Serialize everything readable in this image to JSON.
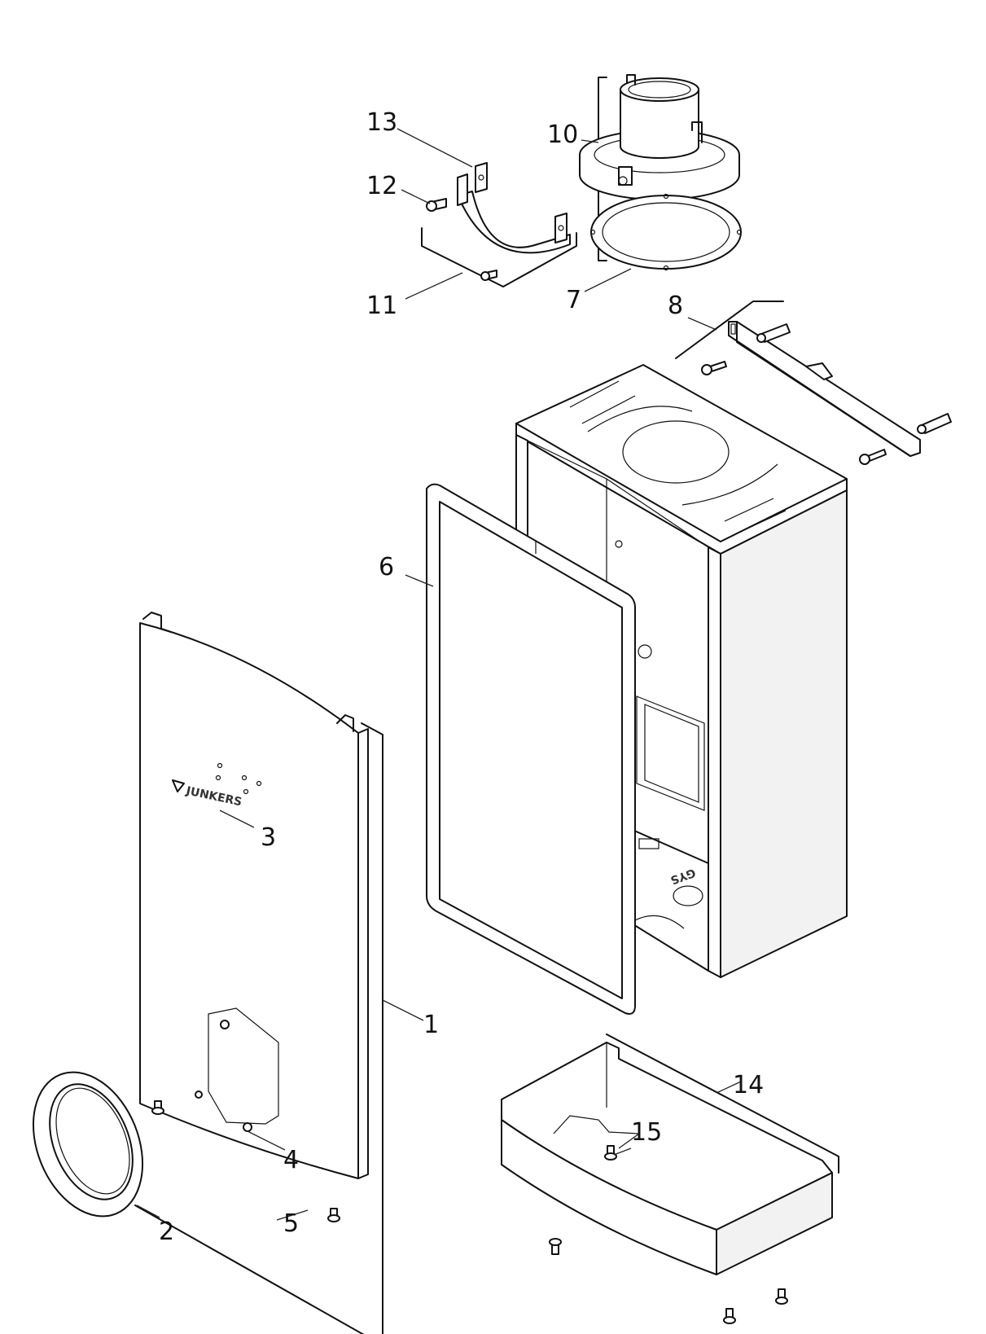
{
  "brand_text": "JUNKERS",
  "casing_stamp": "GYS",
  "part_numbers": {
    "p1": "1",
    "p2": "2",
    "p3": "3",
    "p4": "4",
    "p5": "5",
    "p6": "6",
    "p7": "7",
    "p8": "8",
    "p10": "10",
    "p11": "11",
    "p12": "12",
    "p13": "13",
    "p14": "14",
    "p15": "15"
  },
  "colors": {
    "line": "#111111",
    "background": "#ffffff"
  }
}
